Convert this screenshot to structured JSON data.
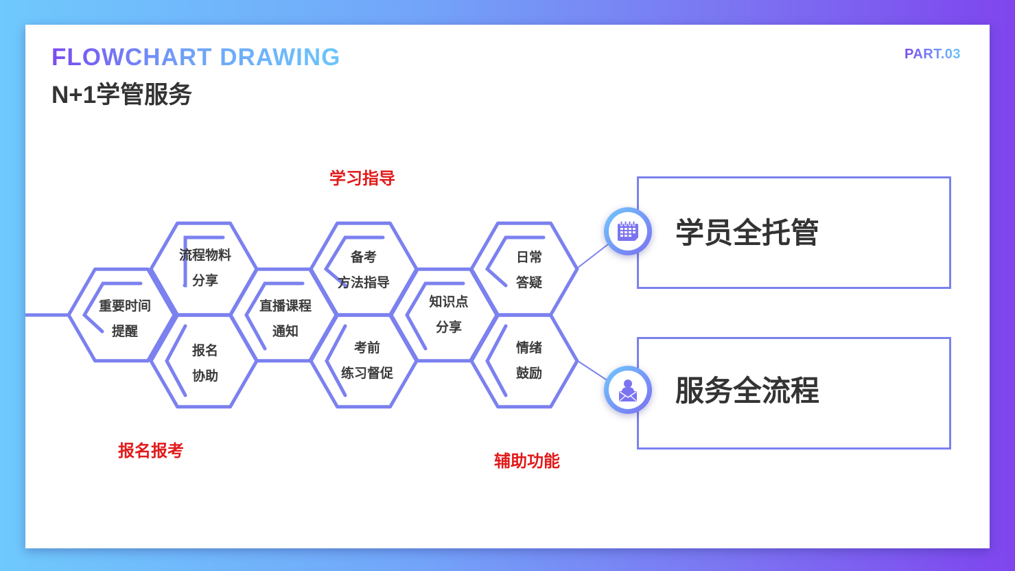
{
  "header": {
    "eyebrow": "FLOWCHART DRAWING",
    "title": "N+1学管服务",
    "part": "PART.03"
  },
  "colors": {
    "hex_stroke": "#7b81ee",
    "category_text": "#e11a1a",
    "body_text": "#333333",
    "gradient_start": "#6fc9fd",
    "gradient_end": "#7f45ee"
  },
  "categories": {
    "registration": "报名报考",
    "study_guidance": "学习指导",
    "support": "辅助功能"
  },
  "hexagons": [
    {
      "id": "important-dates",
      "line1": "重要时间",
      "line2": "提醒"
    },
    {
      "id": "materials-sharing",
      "line1": "流程物料",
      "line2": "分享"
    },
    {
      "id": "registration-help",
      "line1": "报名",
      "line2": "协助"
    },
    {
      "id": "live-class-notice",
      "line1": "直播课程",
      "line2": "通知"
    },
    {
      "id": "exam-prep-methods",
      "line1": "备考",
      "line2": "方法指导"
    },
    {
      "id": "pre-exam-practice",
      "line1": "考前",
      "line2": "练习督促"
    },
    {
      "id": "knowledge-sharing",
      "line1": "知识点",
      "line2": "分享"
    },
    {
      "id": "daily-qa",
      "line1": "日常",
      "line2": "答疑"
    },
    {
      "id": "encouragement",
      "line1": "情绪",
      "line2": "鼓励"
    }
  ],
  "outcomes": [
    {
      "label": "学员全托管",
      "icon": "calendar-icon"
    },
    {
      "label": "服务全流程",
      "icon": "user-mail-icon"
    }
  ]
}
